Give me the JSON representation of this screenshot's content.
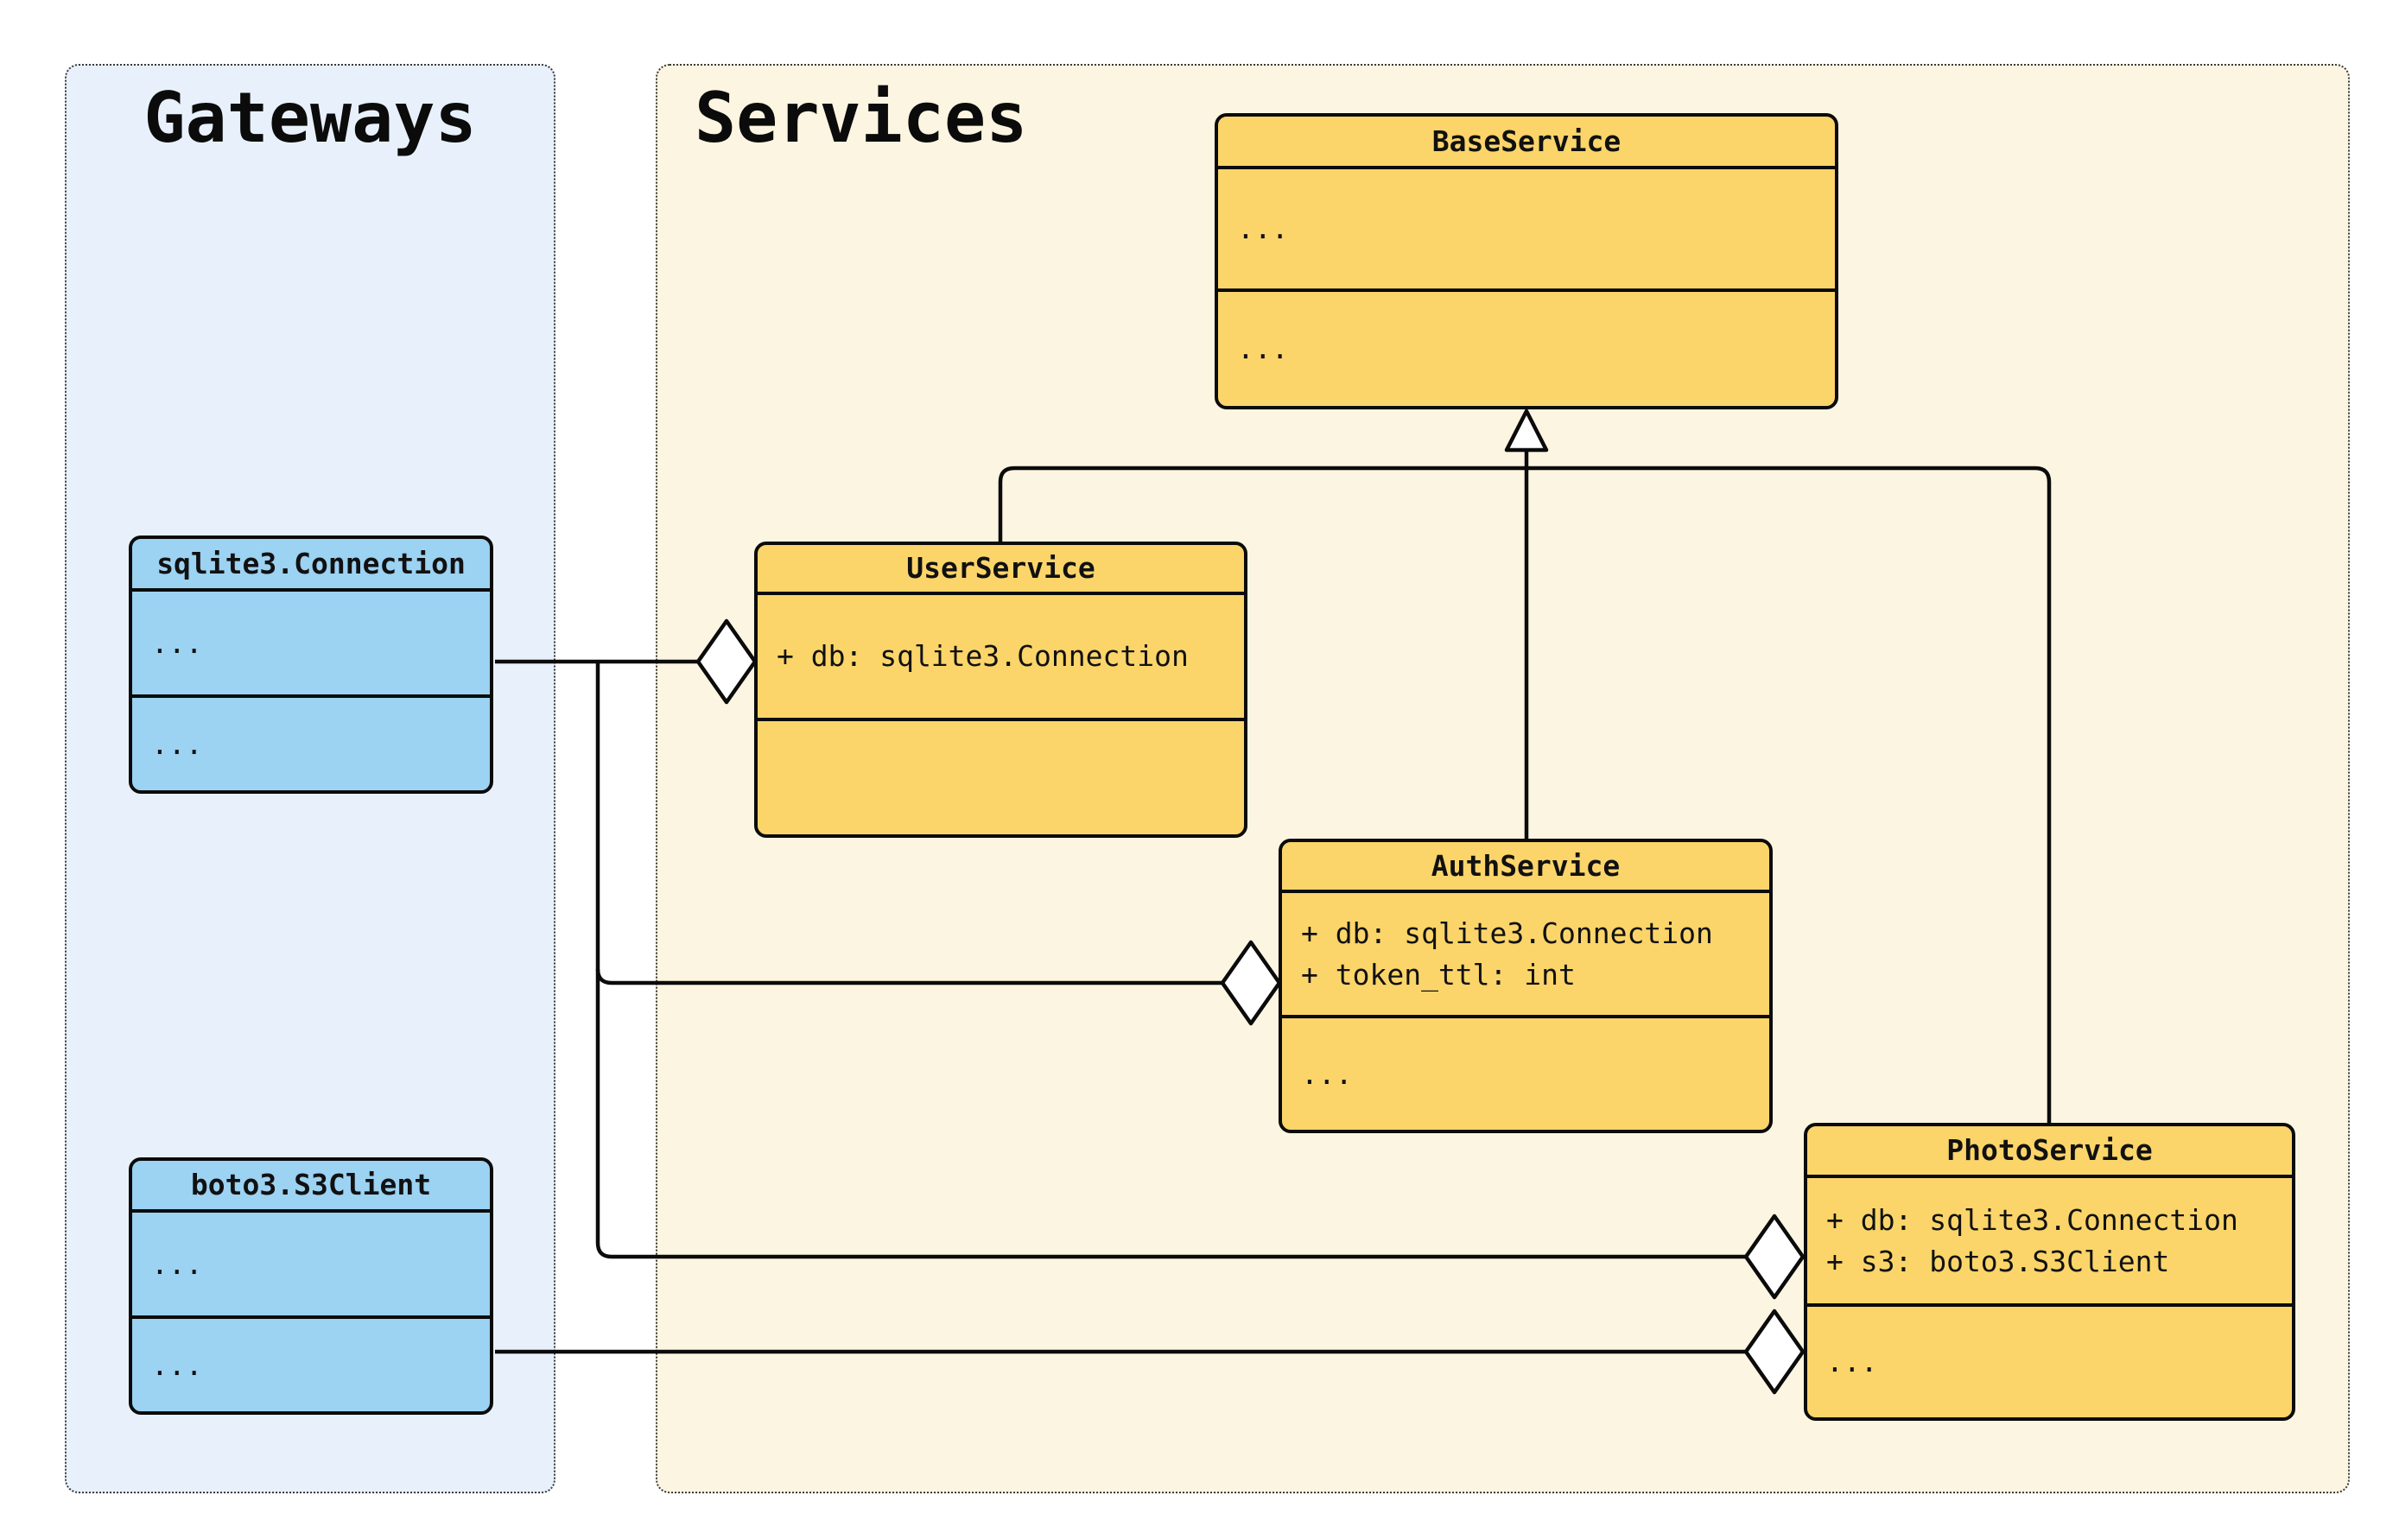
{
  "diagram": {
    "groups": {
      "gateways": {
        "title": "Gateways"
      },
      "services": {
        "title": "Services"
      }
    },
    "classes": {
      "sqlite3_connection": {
        "title": "sqlite3.Connection",
        "attributes": [
          "..."
        ],
        "methods": [
          "..."
        ]
      },
      "boto3_s3client": {
        "title": "boto3.S3Client",
        "attributes": [
          "..."
        ],
        "methods": [
          "..."
        ]
      },
      "base_service": {
        "title": "BaseService",
        "attributes": [
          "..."
        ],
        "methods": [
          "..."
        ]
      },
      "user_service": {
        "title": "UserService",
        "attributes": [
          "+ db: sqlite3.Connection"
        ],
        "methods": []
      },
      "auth_service": {
        "title": "AuthService",
        "attributes": [
          "+ db: sqlite3.Connection",
          "+ token_ttl: int"
        ],
        "methods": [
          "..."
        ]
      },
      "photo_service": {
        "title": "PhotoService",
        "attributes": [
          "+ db: sqlite3.Connection",
          "+ s3: boto3.S3Client"
        ],
        "methods": [
          "..."
        ]
      }
    },
    "relationships": [
      {
        "from": "UserService",
        "to": "BaseService",
        "type": "inheritance"
      },
      {
        "from": "AuthService",
        "to": "BaseService",
        "type": "inheritance"
      },
      {
        "from": "PhotoService",
        "to": "BaseService",
        "type": "inheritance"
      },
      {
        "from": "sqlite3.Connection",
        "to": "UserService",
        "type": "aggregation"
      },
      {
        "from": "sqlite3.Connection",
        "to": "AuthService",
        "type": "aggregation"
      },
      {
        "from": "sqlite3.Connection",
        "to": "PhotoService",
        "type": "aggregation"
      },
      {
        "from": "boto3.S3Client",
        "to": "PhotoService",
        "type": "aggregation"
      }
    ],
    "colors": {
      "gateway_class_fill": "#9CD2F2",
      "service_class_fill": "#FBD56A",
      "gateways_panel_fill": "#E8F1FB",
      "services_panel_fill": "#FCF5E1"
    }
  }
}
